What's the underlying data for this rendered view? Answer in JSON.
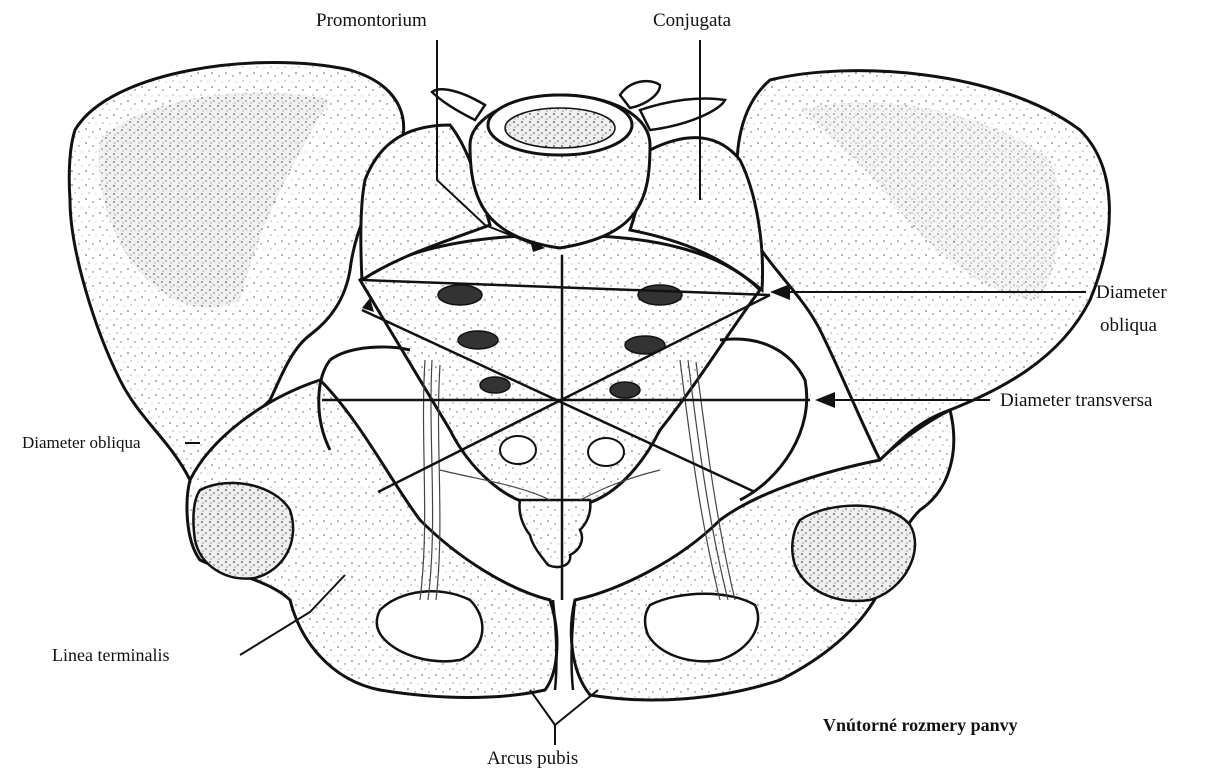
{
  "labels": {
    "promontorium": "Promontorium",
    "conjugata": "Conjugata",
    "diameter_obliqua_right_line1": "Diameter",
    "diameter_obliqua_right_line2": "obliqua",
    "diameter_transversa": "Diameter transversa",
    "diameter_obliqua_left": "Diameter obliqua",
    "linea_terminalis": "Linea terminalis",
    "arcus_pubis": "Arcus pubis"
  },
  "caption": "Vnútorné rozmery panvy",
  "colors": {
    "ink": "#111111",
    "bone": "#e6e6e6",
    "bone_shadow": "#bdbdbd",
    "background": "#ffffff"
  }
}
